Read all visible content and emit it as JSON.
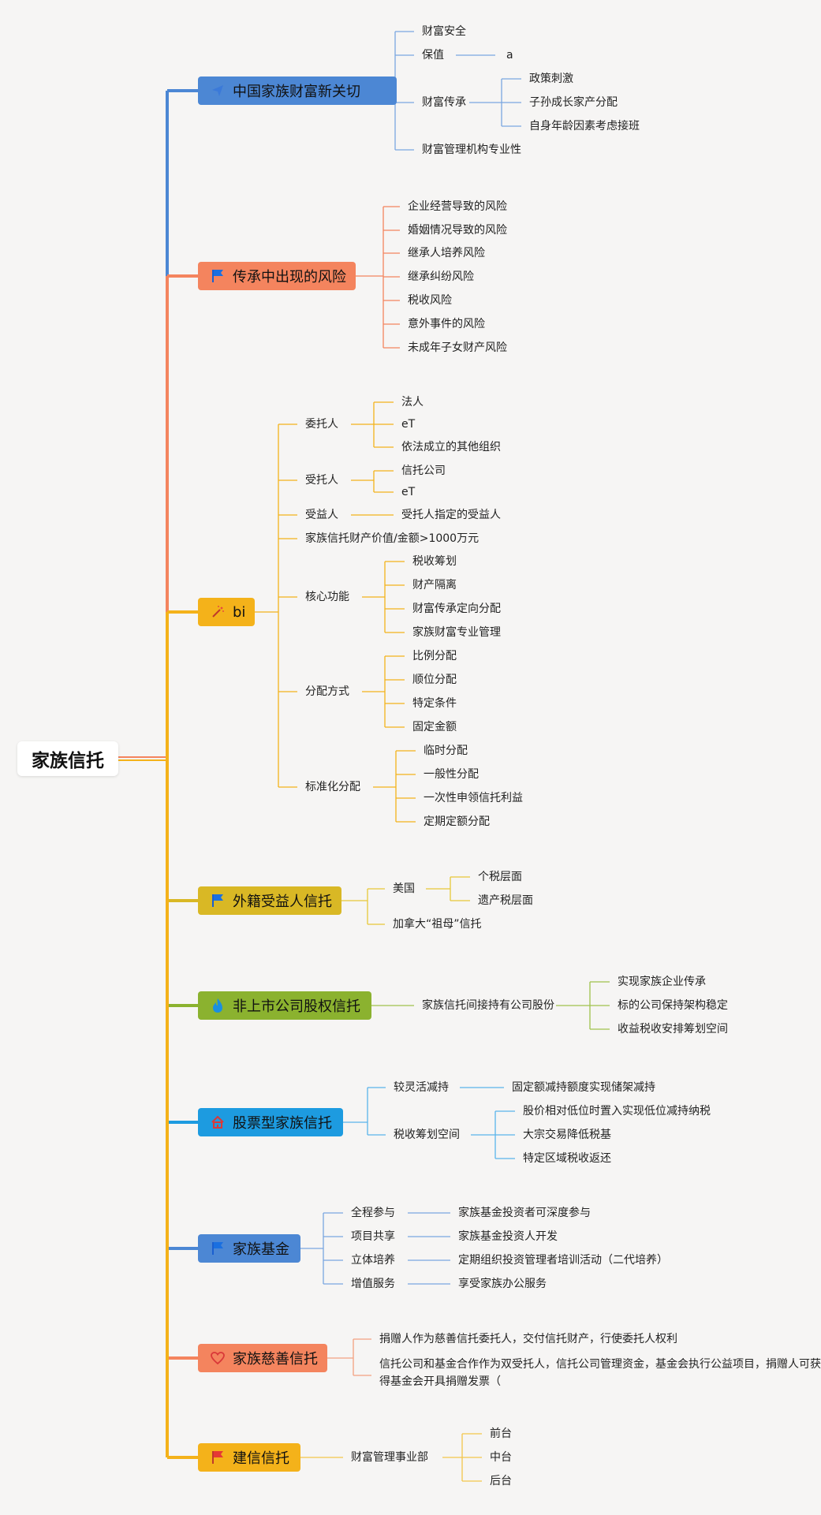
{
  "root": {
    "label": "家族信托"
  },
  "colors": {
    "b1": "#4c87d4",
    "b2": "#f4845e",
    "b3": "#f4b21a",
    "b4": "#d9b825",
    "b5": "#8bb22f",
    "b6": "#1d9be0",
    "b7": "#4c87d4",
    "b8": "#f4845e",
    "b9": "#f4b21a"
  },
  "branches": {
    "b1": {
      "label": "中国家族财富新关切",
      "icon": "paper-plane-icon",
      "c1": "财富安全",
      "c2": "保值",
      "c2a": "a",
      "c3": "财富传承",
      "c3a": "政策刺激",
      "c3b": "子孙成长家产分配",
      "c3c": "自身年龄因素考虑接班",
      "c4": "财富管理机构专业性"
    },
    "b2": {
      "label": "传承中出现的风险",
      "icon": "flag-icon",
      "c1": "企业经营导致的风险",
      "c2": "婚姻情况导致的风险",
      "c3": "继承人培养风险",
      "c4": "继承纠纷风险",
      "c5": "税收风险",
      "c6": "意外事件的风险",
      "c7": "未成年子女财产风险"
    },
    "b3": {
      "label": "bi",
      "icon": "magic-wand-icon",
      "c1": "委托人",
      "c1a": "法人",
      "c1b": "eT",
      "c1c": "依法成立的其他组织",
      "c2": "受托人",
      "c2a": "信托公司",
      "c2b": "eT",
      "c3": "受益人",
      "c3a": "受托人指定的受益人",
      "c4": "家族信托财产价值/金额>1000万元",
      "c5": "核心功能",
      "c5a": "税收筹划",
      "c5b": "财产隔离",
      "c5c": "财富传承定向分配",
      "c5d": "家族财富专业管理",
      "c6": "分配方式",
      "c6a": "比例分配",
      "c6b": "顺位分配",
      "c6c": "特定条件",
      "c6d": "固定金额",
      "c7": "标准化分配",
      "c7a": "临时分配",
      "c7b": "一般性分配",
      "c7c": "一次性申领信托利益",
      "c7d": "定期定额分配"
    },
    "b4": {
      "label": "外籍受益人信托",
      "icon": "flag-icon",
      "c1": "美国",
      "c1a": "个税层面",
      "c1b": "遗产税层面",
      "c2": "加拿大“祖母”信托"
    },
    "b5": {
      "label": "非上市公司股权信托",
      "icon": "flame-icon",
      "c1": "家族信托间接持有公司股份",
      "c1a": "实现家族企业传承",
      "c1b": "标的公司保持架构稳定",
      "c1c": "收益税收安排筹划空间"
    },
    "b6": {
      "label": "股票型家族信托",
      "icon": "home-icon",
      "c1": "较灵活减持",
      "c1a": "固定额减持额度实现储架减持",
      "c2": "税收筹划空间",
      "c2a": "股价相对低位时置入实现低位减持纳税",
      "c2b": "大宗交易降低税基",
      "c2c": "特定区域税收返还"
    },
    "b7": {
      "label": "家族基金",
      "icon": "flag-icon",
      "c1": "全程参与",
      "c1a": "家族基金投资者可深度参与",
      "c2": "项目共享",
      "c2a": "家族基金投资人开发",
      "c3": "立体培养",
      "c3a": "定期组织投资管理者培训活动（二代培养）",
      "c4": "增值服务",
      "c4a": "享受家族办公服务"
    },
    "b8": {
      "label": "家族慈善信托",
      "icon": "heart-icon",
      "c1": "捐赠人作为慈善信托委托人，交付信托财产，行使委托人权利",
      "c2": "信托公司和基金合作作为双受托人，信托公司管理资金，基金会执行公益项目，捐赠人可获得基金会开具捐赠发票（"
    },
    "b9": {
      "label": "建信信托",
      "icon": "flag-icon",
      "c1": "财富管理事业部",
      "c1a": "前台",
      "c1b": "中台",
      "c1c": "后台"
    }
  }
}
